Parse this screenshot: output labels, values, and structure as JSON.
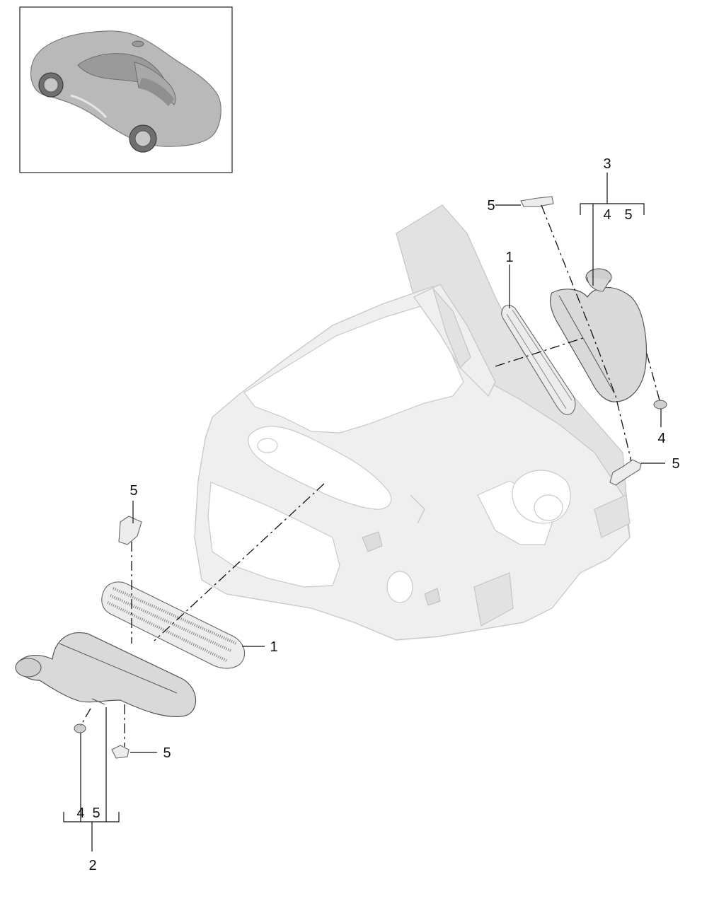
{
  "inset": {
    "description_icon": "car-thumbnail-icon"
  },
  "callouts": {
    "c1_left": "1",
    "c1_right": "1",
    "c2": "2",
    "c3": "3",
    "c4_right": "4",
    "c5_top_right": "5",
    "c5_mid_right": "5",
    "c5_top_left": "5",
    "c5_bottom_left": "5"
  },
  "groups": {
    "group3": {
      "sub_a": "4",
      "sub_b": "5"
    },
    "group2": {
      "sub_a": "4",
      "sub_b": "5"
    }
  }
}
